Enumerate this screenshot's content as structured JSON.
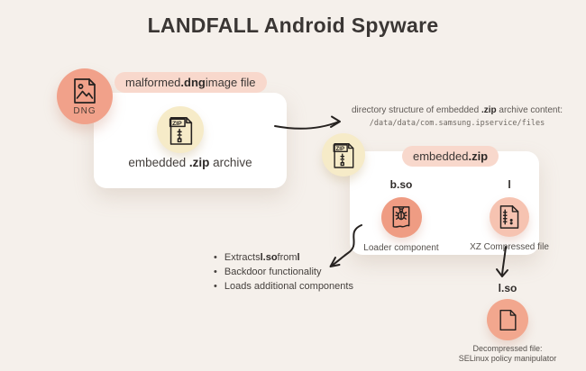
{
  "title": "LANDFALL Android Spyware",
  "colors": {
    "background": "#F5F0EB",
    "card": "#FFFFFF",
    "pill_pink": "#F8D8CC",
    "salmon": "#F1A18A",
    "salmon_loader": "#EF9C83",
    "salmon_light_xz": "#F6C3B1",
    "salmon_lso": "#F2A78E",
    "cream_zip": "#F6EBC8",
    "text_dark": "#3B3735",
    "text_gray": "#5E5955",
    "arrow": "#262220"
  },
  "dng": {
    "badge": "DNG",
    "pill": [
      {
        "text": "malformed ",
        "bold": false
      },
      {
        "text": ".dng",
        "bold": true
      },
      {
        "text": " image file",
        "bold": false
      }
    ],
    "zip_icon_label": "ZIP",
    "caption": [
      {
        "text": "embedded ",
        "bold": false
      },
      {
        "text": ".zip",
        "bold": true
      },
      {
        "text": " archive",
        "bold": false
      }
    ]
  },
  "directory_note": {
    "line1": [
      {
        "text": "directory structure of embedded ",
        "bold": false
      },
      {
        "text": ".zip",
        "bold": true
      },
      {
        "text": " archive content:",
        "bold": false
      }
    ],
    "path": "/data/data/com.samsung.ipservice/files"
  },
  "zip_card": {
    "pill": [
      {
        "text": "embedded ",
        "bold": false
      },
      {
        "text": ".zip",
        "bold": true
      }
    ],
    "zip_icon_label": "ZIP",
    "items": [
      {
        "name": "b.so",
        "caption": "Loader component"
      },
      {
        "name": "l",
        "caption": "XZ Compressed file"
      }
    ]
  },
  "bullets": [
    [
      {
        "text": "Extracts ",
        "bold": false
      },
      {
        "text": "l.so",
        "bold": true
      },
      {
        "text": " from ",
        "bold": false
      },
      {
        "text": "l",
        "bold": true
      }
    ],
    [
      {
        "text": "Backdoor functionality",
        "bold": false
      }
    ],
    [
      {
        "text": "Loads additional components",
        "bold": false
      }
    ]
  ],
  "lso": {
    "name": "l.so",
    "caption_line1": "Decompressed file:",
    "caption_line2": "SELinux policy manipulator"
  }
}
